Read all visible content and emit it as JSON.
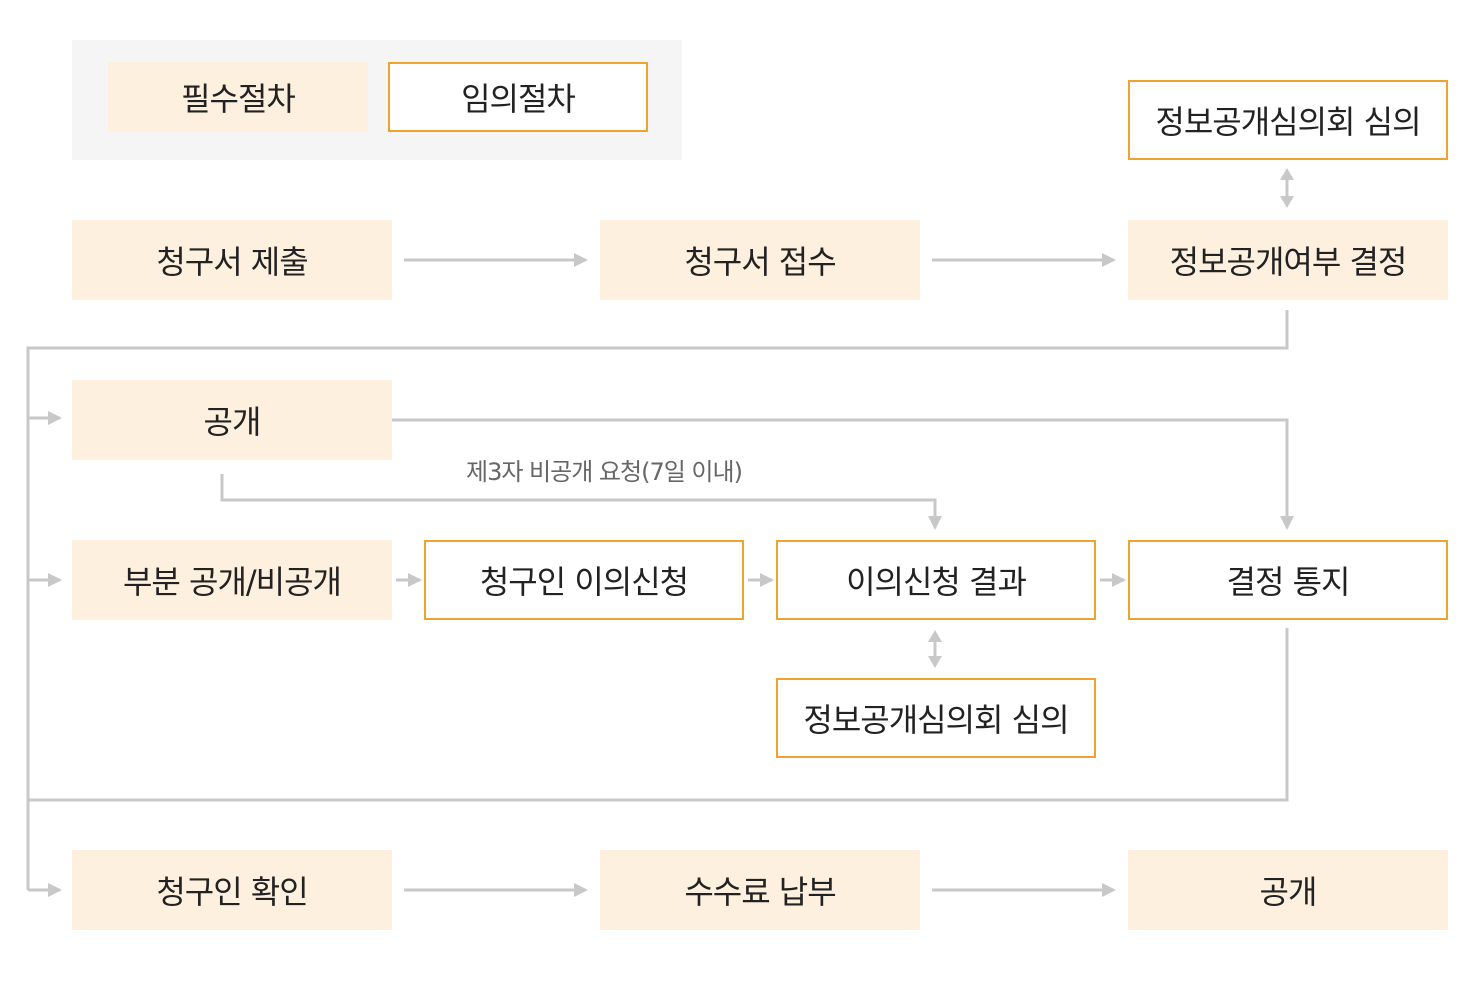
{
  "legend": {
    "required_label": "필수절차",
    "optional_label": "임의절차"
  },
  "steps": {
    "submit_request": "청구서 제출",
    "receive_request": "청구서 접수",
    "disclosure_decision": "정보공개여부 결정",
    "committee_review_top": "정보공개심의회 심의",
    "disclose": "공개",
    "partial_nondisclose": "부분 공개/비공개",
    "objection_filing": "청구인 이의신청",
    "objection_result": "이의신청 결과",
    "decision_notice": "결정 통지",
    "committee_review_bottom": "정보공개심의회 심의",
    "requester_check": "청구인 확인",
    "fee_payment": "수수료 납부",
    "final_disclose": "공개"
  },
  "third_party_note": "제3자 비공개 요청(7일 이내)",
  "colors": {
    "required_fill": "#fdf0df",
    "optional_border": "#f0a22e",
    "connector": "#c8c8c8",
    "legend_background": "#f5f5f5"
  }
}
